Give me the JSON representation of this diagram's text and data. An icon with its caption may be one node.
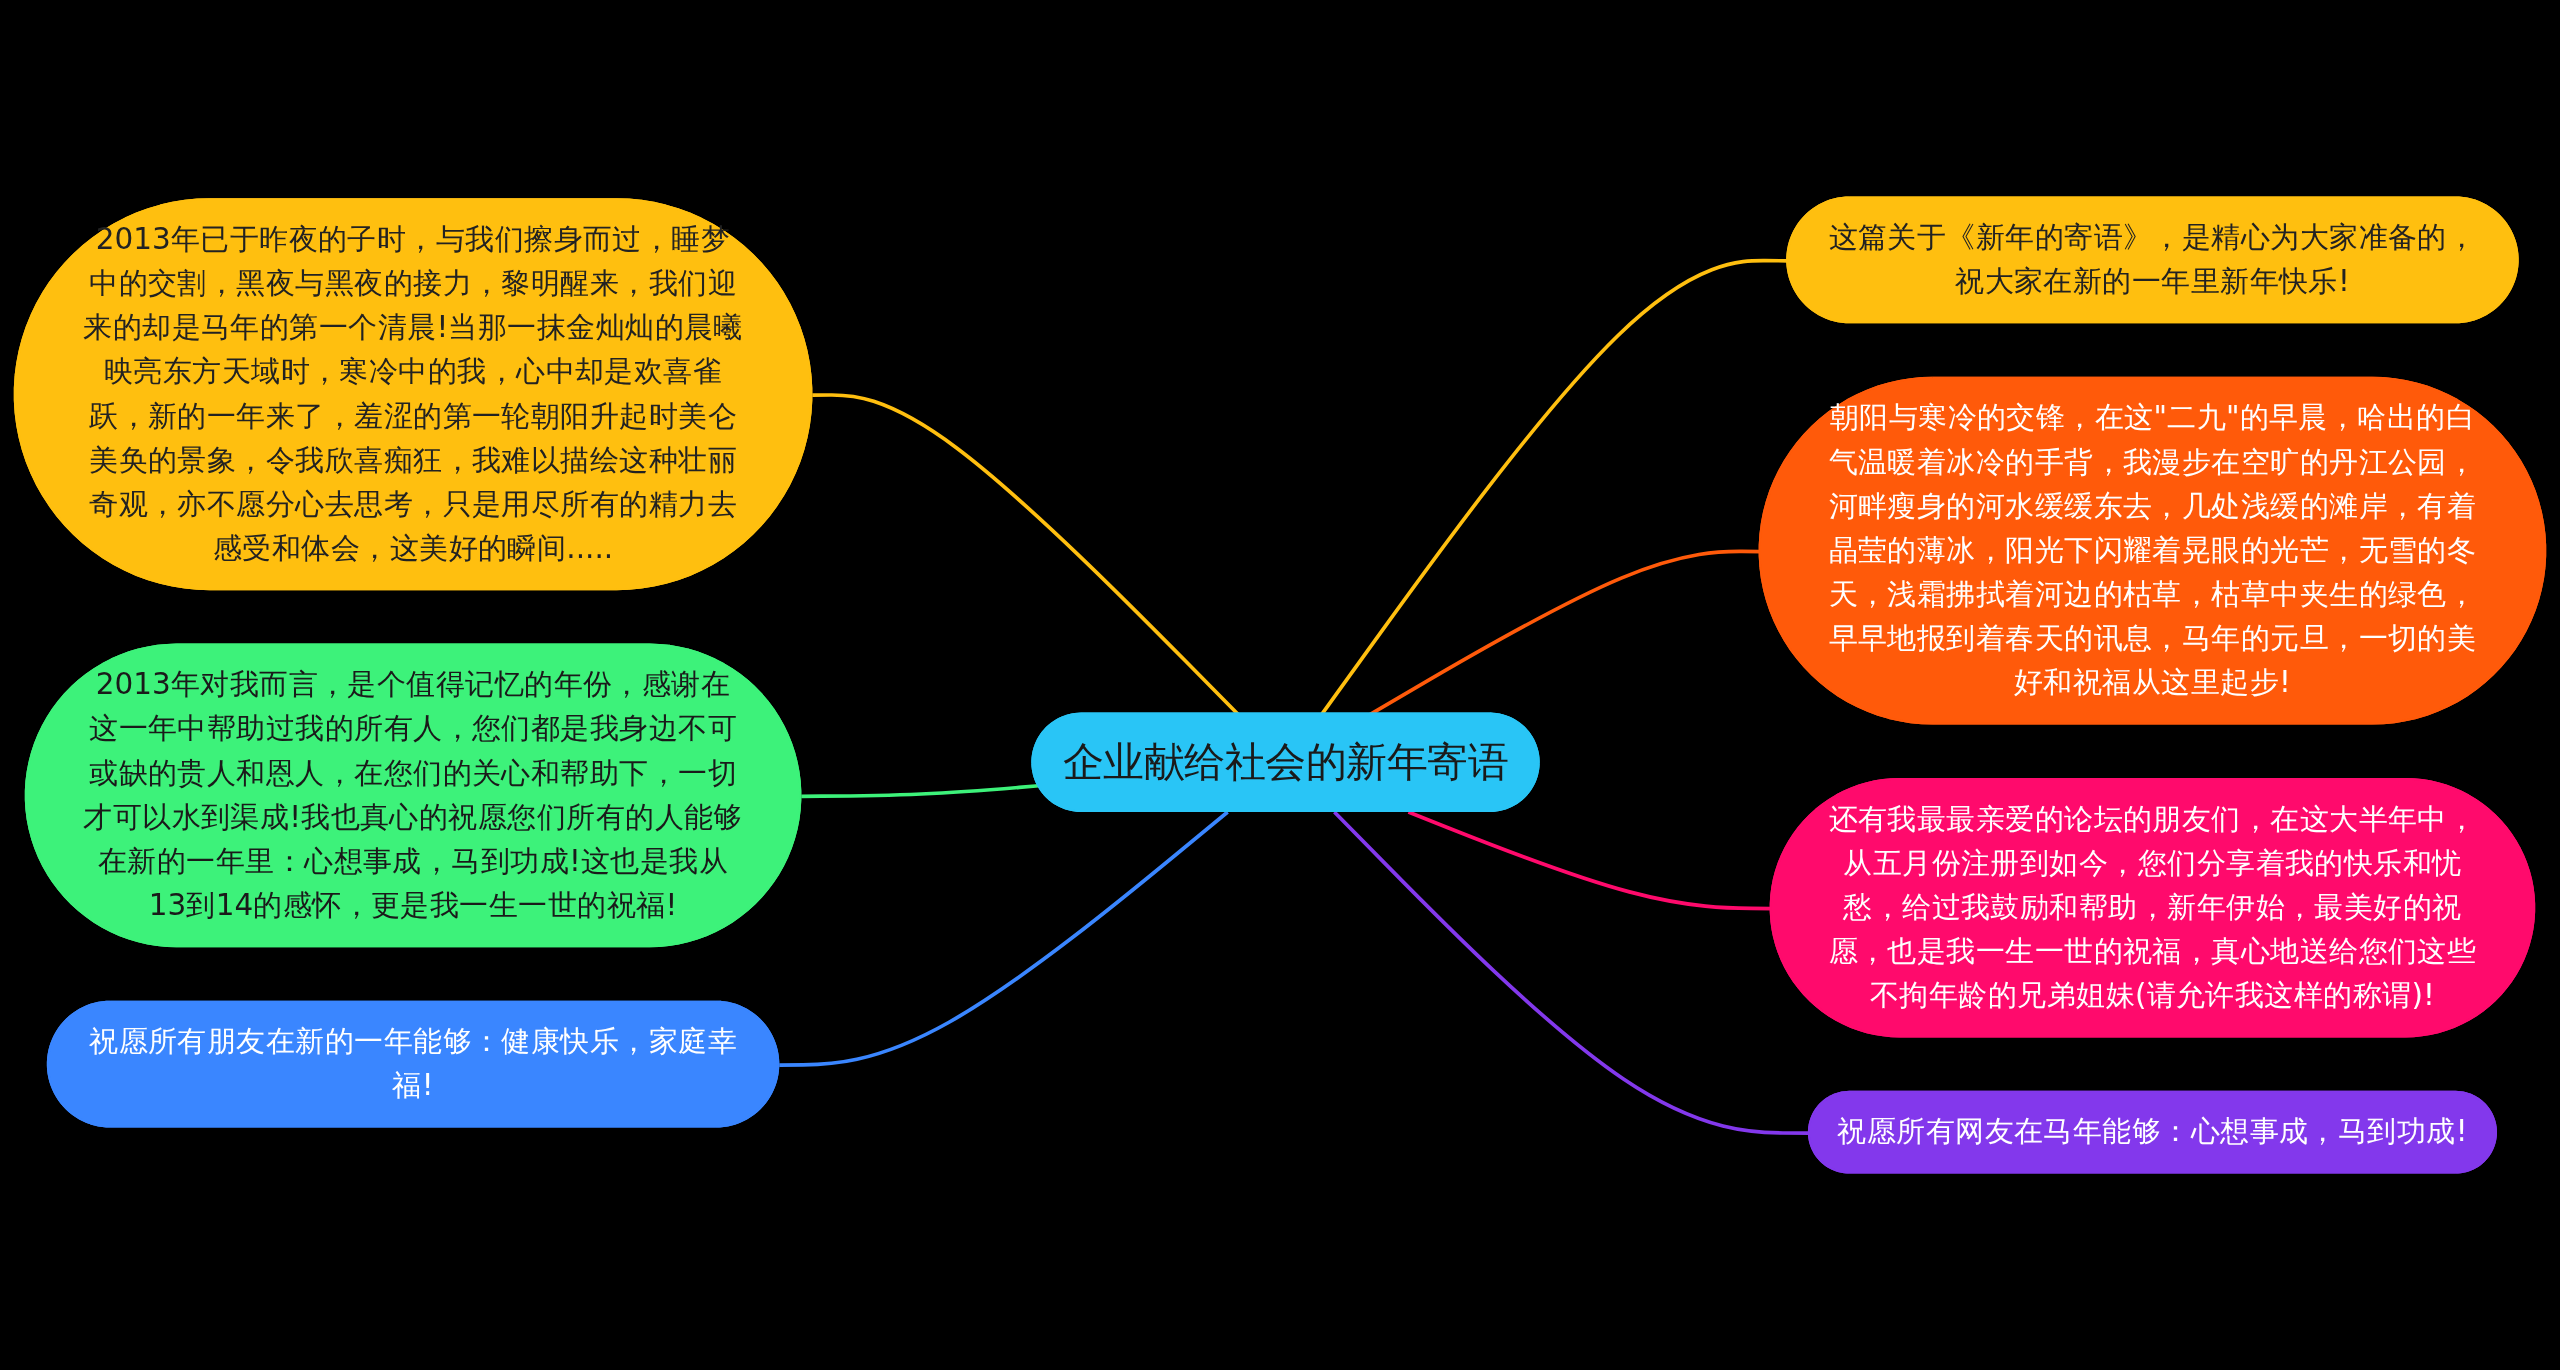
{
  "diagram": {
    "nodes": [
      {
        "text": [
          "企业献给社会的新年寄语"
        ]
      },
      {
        "text": [
          "2013年已于昨夜的子时，与我们擦身而过，睡梦中的交割，黑夜与黑夜的接力，黎明醒来，我们迎来的却是马年的第一个清晨!当那一抹金灿灿的晨曦映亮东方天域时，寒冷中的我，心中却是欢喜雀跃，新的一年来了，羞涩的第一轮朝阳升起时美仑美奂的景象，令我欣喜痴狂，我难以描绘这种壮丽奇观，亦不愿分心去思考，只是用尽所有的精力去感受和体会，这美好的瞬间....."
        ]
      },
      {
        "text": [
          "2013年对我而言，是个值得记忆的年份，感谢在这一年中帮助过我的所有人，您们都是我身边不可或缺的贵人和恩人，在您们的关心和帮助下，一切才可以水到渠成!我也真心的祝愿您们所有的人能够在新的一年里：心想事成，马到功成!这也是我从13到14的感怀，更是我一生一世的祝福!"
        ]
      },
      {
        "text": [
          "祝愿所有朋友在新的一年能够：健康快乐，家庭幸福!"
        ]
      },
      {
        "text": [
          "这篇关于《新年的寄语》，是精心为大家准备的，祝大家在新的一年里新年快乐!"
        ]
      },
      {
        "text": [
          "朝阳与寒冷的交锋，在这\"二九\"的早晨，哈出的白气温暖着冰冷的手背，我漫步在空旷的丹江公园，河畔瘦身的河水缓缓东去，几处浅缓的滩岸，有着晶莹的薄冰，阳光下闪耀着晃眼的光芒，无雪的冬天，浅霜拂拭着河边的枯草，枯草中夹生的绿色，早早地报到着春天的讯息，马年的元旦，一切的美好和祝福从这里起步!"
        ]
      },
      {
        "text": [
          "还有我最最亲爱的论坛的朋友们，在这大半年中，从五月份注册到如今，您们分享着我的快乐和忧愁，给过我鼓励和帮助，新年伊始，最美好的祝愿，也是我一生一世的祝福，真心地送给您们这些不拘年龄的兄弟姐妹(请允许我这样的称谓)!"
        ]
      },
      {
        "text": [
          "祝愿所有网友在马年能够：心想事成，马到功成!"
        ]
      }
    ],
    "edges": [
      {
        "from": 0,
        "to": 1,
        "arrow": "none",
        "color": "#ffbf0f"
      },
      {
        "from": 0,
        "to": 2,
        "arrow": "none",
        "color": "#3df27a"
      },
      {
        "from": 0,
        "to": 3,
        "arrow": "none",
        "color": "#3a86ff"
      },
      {
        "from": 0,
        "to": 4,
        "arrow": "none",
        "color": "#ffbf0f"
      },
      {
        "from": 0,
        "to": 5,
        "arrow": "none",
        "color": "#ff5a0a"
      },
      {
        "from": 0,
        "to": 6,
        "arrow": "none",
        "color": "#ff0a6c"
      },
      {
        "from": 0,
        "to": 7,
        "arrow": "none",
        "color": "#8338ec"
      }
    ]
  }
}
